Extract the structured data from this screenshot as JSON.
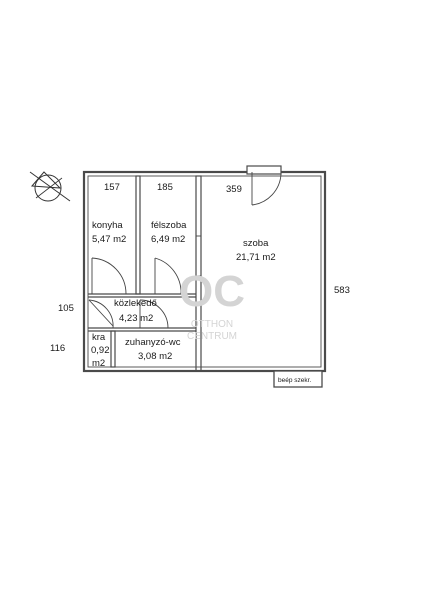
{
  "rooms": {
    "konyha": {
      "dim": "157",
      "name": "konyha",
      "area": "5,47 m2"
    },
    "felszoba": {
      "dim": "185",
      "name": "félszoba",
      "area": "6,49 m2"
    },
    "szoba": {
      "dim": "359",
      "name": "szoba",
      "area": "21,71 m2"
    },
    "kozlekedo": {
      "name": "közlekedő",
      "area": "4,23 m2"
    },
    "kamra": {
      "name": "kra",
      "area_num": "0,92",
      "area_unit": "m2"
    },
    "zuhanyzo": {
      "name": "zuhanyzó-wc",
      "area": "3,08 m2"
    }
  },
  "dimensions": {
    "left_upper": "105",
    "left_lower": "116",
    "right_total": "583"
  },
  "built_in_label": "beép szekr.",
  "watermark": {
    "logo": "OC",
    "line1": "OTTHON",
    "line2": "CENTRUM"
  },
  "icons": [
    "north-arrow-icon"
  ],
  "colors": {
    "wall": "#4a4a4a",
    "text": "#1a1a1a",
    "watermark": "#d4d4d4"
  }
}
